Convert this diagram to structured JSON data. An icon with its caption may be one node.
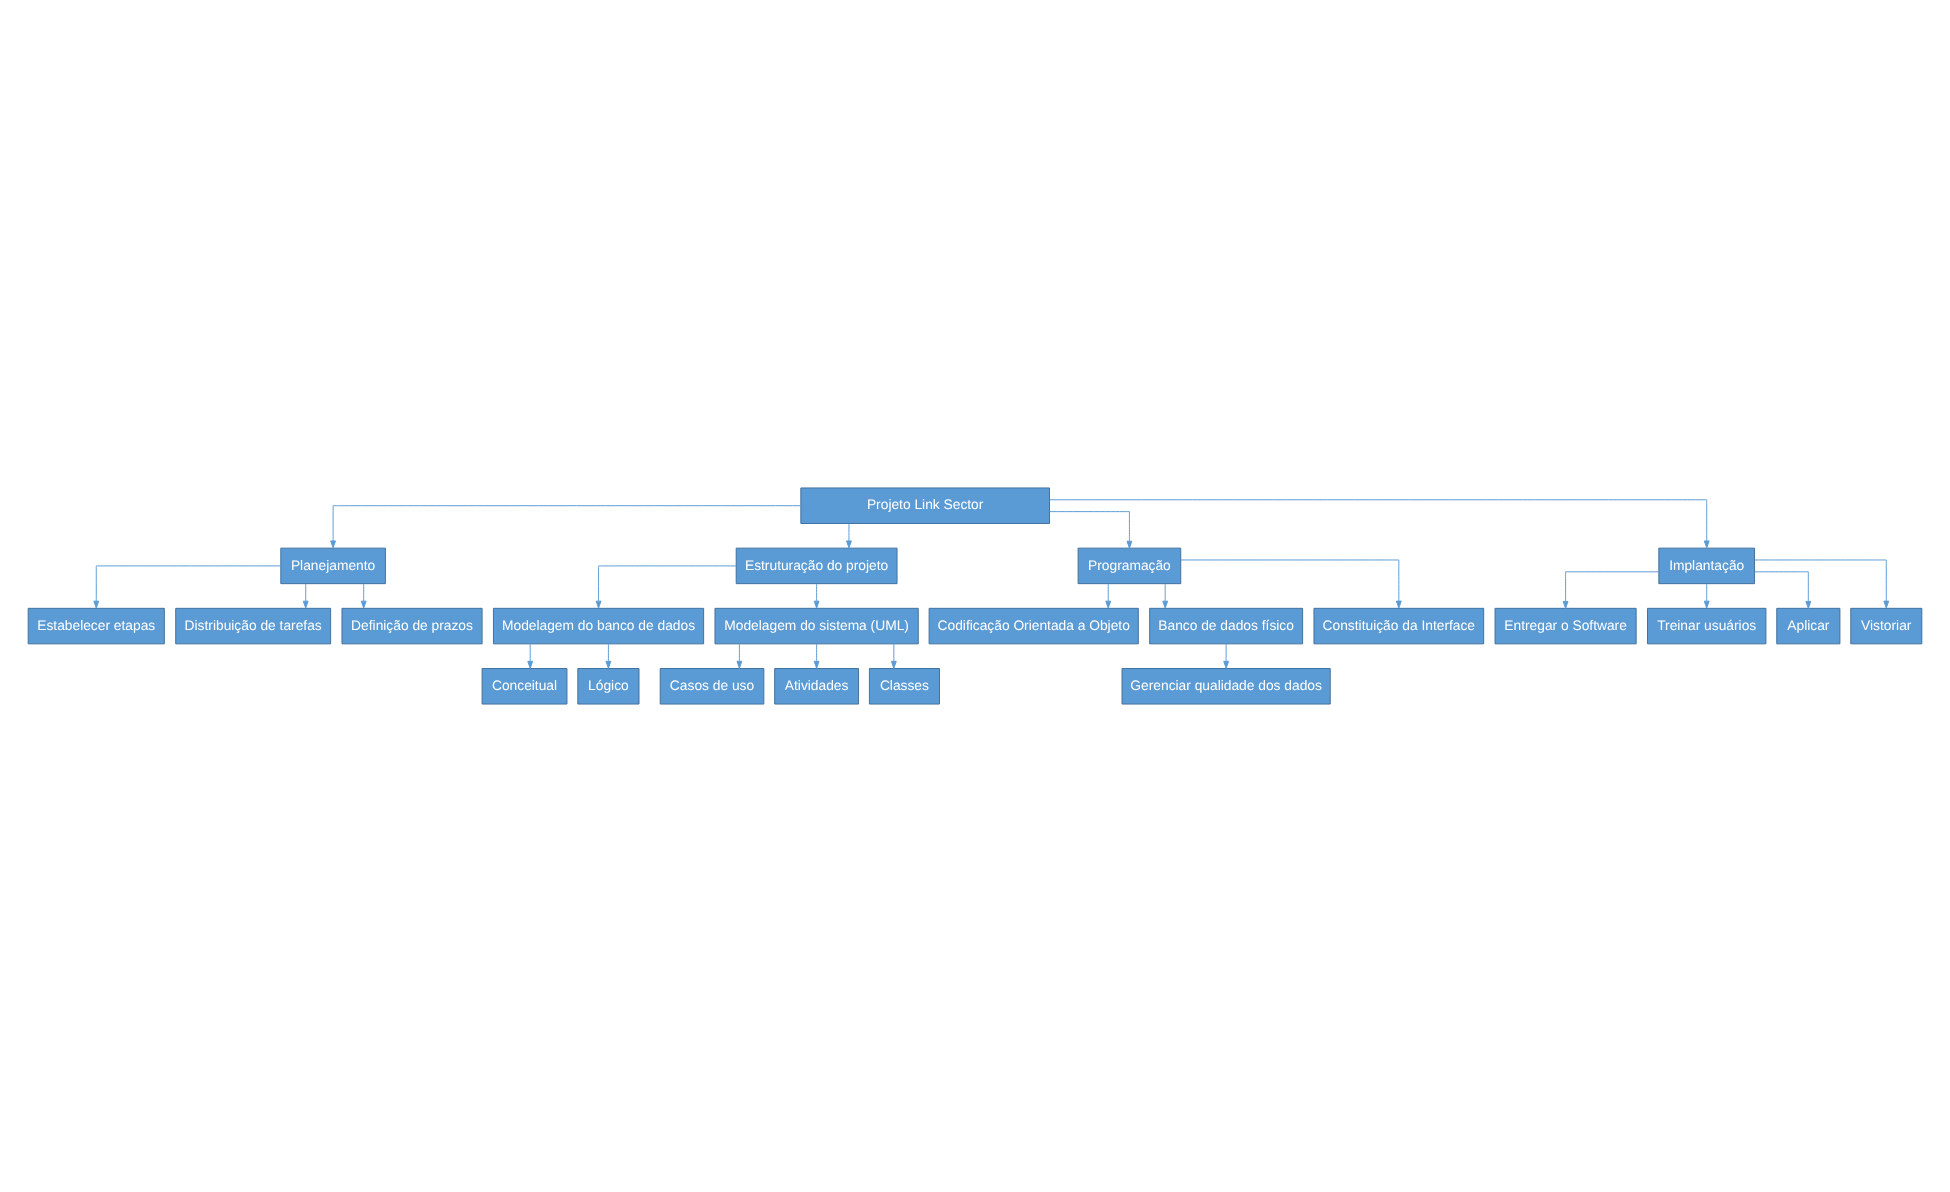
{
  "diagram": {
    "nodes": [
      {
        "text": [
          "Projeto Link Sector"
        ]
      },
      {
        "text": [
          "Planejamento"
        ]
      },
      {
        "text": [
          "Estabelecer etapas"
        ]
      },
      {
        "text": [
          "Distribuição de tarefas"
        ]
      },
      {
        "text": [
          "Definição de prazos"
        ]
      },
      {
        "text": [
          "Estruturação do projeto"
        ]
      },
      {
        "text": [
          "Modelagem do banco de dados"
        ]
      },
      {
        "text": [
          "Conceitual"
        ]
      },
      {
        "text": [
          "Lógico"
        ]
      },
      {
        "text": [
          "Modelagem do sistema (UML)"
        ]
      },
      {
        "text": [
          "Casos de uso"
        ]
      },
      {
        "text": [
          "Atividades"
        ]
      },
      {
        "text": [
          "Classes"
        ]
      },
      {
        "text": [
          "Programação"
        ]
      },
      {
        "text": [
          "Codificação Orientada a Objeto"
        ]
      },
      {
        "text": [
          "Banco de dados físico"
        ]
      },
      {
        "text": [
          "Gerenciar qualidade dos dados"
        ]
      },
      {
        "text": [
          "Constituição da Interface"
        ]
      },
      {
        "text": [
          "Implantação"
        ]
      },
      {
        "text": [
          "Entregar o Software"
        ]
      },
      {
        "text": [
          "Treinar usuários"
        ]
      },
      {
        "text": [
          "Aplicar"
        ]
      },
      {
        "text": [
          "Vistoriar"
        ]
      }
    ],
    "edges": [
      {
        "from": 0,
        "to": 1,
        "arrow": "to"
      },
      {
        "from": 0,
        "to": 5,
        "arrow": "to"
      },
      {
        "from": 0,
        "to": 13,
        "arrow": "to"
      },
      {
        "from": 0,
        "to": 18,
        "arrow": "to"
      },
      {
        "from": 1,
        "to": 2,
        "arrow": "to"
      },
      {
        "from": 1,
        "to": 3,
        "arrow": "to"
      },
      {
        "from": 1,
        "to": 4,
        "arrow": "to"
      },
      {
        "from": 5,
        "to": 6,
        "arrow": "to"
      },
      {
        "from": 6,
        "to": 7,
        "arrow": "to"
      },
      {
        "from": 6,
        "to": 8,
        "arrow": "to"
      },
      {
        "from": 5,
        "to": 9,
        "arrow": "to"
      },
      {
        "from": 9,
        "to": 10,
        "arrow": "to"
      },
      {
        "from": 9,
        "to": 11,
        "arrow": "to"
      },
      {
        "from": 9,
        "to": 12,
        "arrow": "to"
      },
      {
        "from": 13,
        "to": 14,
        "arrow": "to"
      },
      {
        "from": 13,
        "to": 15,
        "arrow": "to"
      },
      {
        "from": 15,
        "to": 16,
        "arrow": "to"
      },
      {
        "from": 13,
        "to": 17,
        "arrow": "to"
      },
      {
        "from": 18,
        "to": 19,
        "arrow": "to"
      },
      {
        "from": 18,
        "to": 20,
        "arrow": "to"
      },
      {
        "from": 18,
        "to": 21,
        "arrow": "to"
      },
      {
        "from": 18,
        "to": 22,
        "arrow": "to"
      }
    ]
  }
}
